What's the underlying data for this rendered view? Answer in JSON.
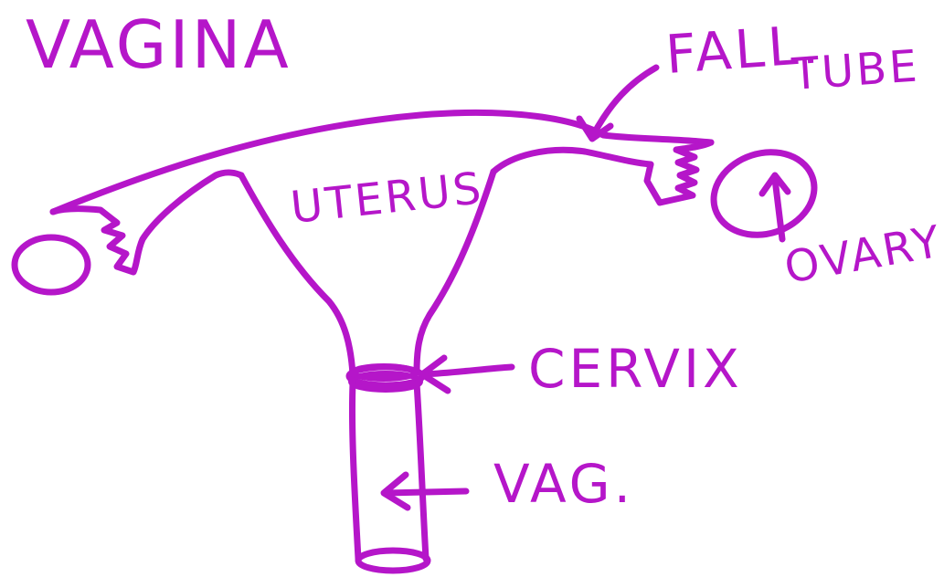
{
  "title": "VAGINA",
  "labels": {
    "fallopian_tube_line1": "FALL.",
    "fallopian_tube_line2": "TUBE",
    "uterus": "UTERUS",
    "ovary": "OVARY",
    "cervix": "CERVIX",
    "vagina": "VAG."
  },
  "ink_color": "#b516c9"
}
